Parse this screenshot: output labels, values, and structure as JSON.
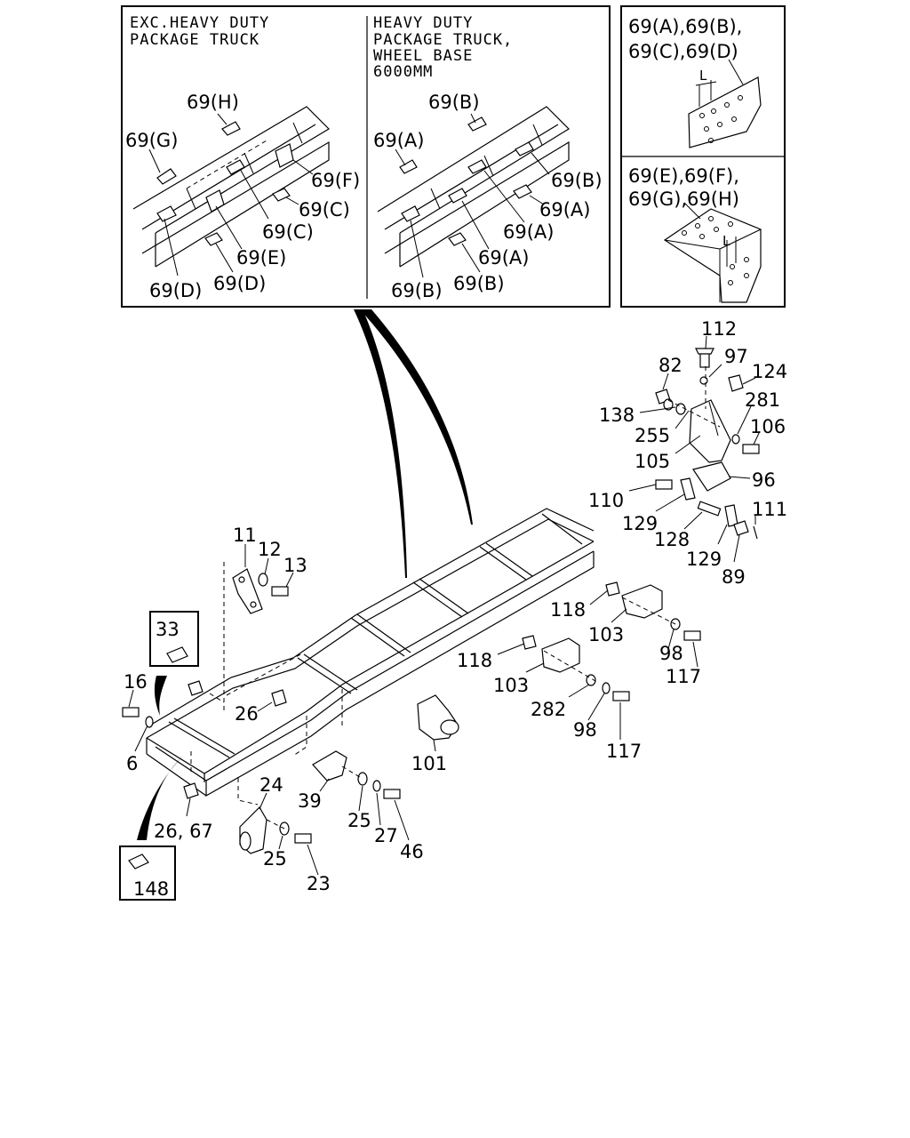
{
  "inset": {
    "left_caption": [
      "EXC.HEAVY DUTY",
      "PACKAGE TRUCK"
    ],
    "right_caption": [
      "HEAVY DUTY",
      "PACKAGE TRUCK,",
      "WHEEL BASE",
      "6000MM"
    ],
    "detail_top_caption": [
      "69(A),69(B),",
      "69(C),69(D)"
    ],
    "detail_bottom_caption": [
      "69(E),69(F),",
      "69(G),69(H)"
    ],
    "dimension_letter": "L"
  },
  "callouts": {
    "left_panel": [
      "69(H)",
      "69(G)",
      "69(F)",
      "69(C)",
      "69(C)",
      "69(E)",
      "69(D)",
      "69(D)"
    ],
    "right_panel": [
      "69(B)",
      "69(A)",
      "69(B)",
      "69(A)",
      "69(A)",
      "69(A)",
      "69(B)",
      "69(B)"
    ],
    "main": [
      "112",
      "82",
      "97",
      "124",
      "281",
      "138",
      "255",
      "106",
      "105",
      "96",
      "110",
      "129",
      "111",
      "128",
      "129",
      "89",
      "11",
      "12",
      "13",
      "33",
      "118",
      "103",
      "98",
      "117",
      "118",
      "103",
      "282",
      "98",
      "117",
      "16",
      "26",
      "6",
      "101",
      "24",
      "39",
      "25",
      "27",
      "46",
      "26, 67",
      "25",
      "23",
      "148"
    ]
  }
}
